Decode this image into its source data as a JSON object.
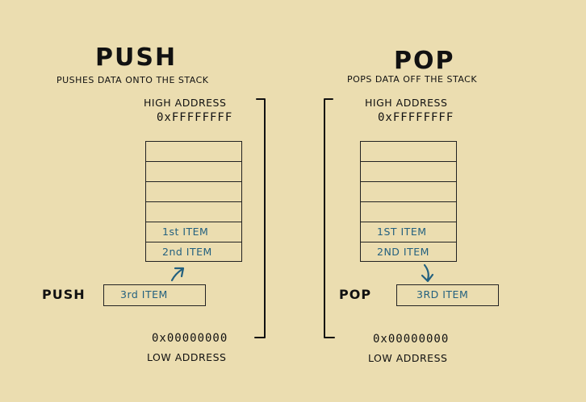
{
  "push": {
    "title": "PUSH",
    "subtitle": "PUSHES DATA ONTO THE STACK",
    "high_label": "HIGH ADDRESS",
    "high_value": "0xFFFFFFFF",
    "low_value": "0x00000000",
    "low_label": "LOW ADDRESS",
    "op_label": "PUSH",
    "slots": [
      "",
      "",
      "",
      "",
      "1st ITEM",
      "2nd ITEM"
    ],
    "floating_item": "3rd ITEM"
  },
  "pop": {
    "title": "POP",
    "subtitle": "POPS DATA OFF THE STACK",
    "high_label": "HIGH ADDRESS",
    "high_value": "0xFFFFFFFF",
    "low_value": "0x00000000",
    "low_label": "LOW ADDRESS",
    "op_label": "POP",
    "slots": [
      "",
      "",
      "",
      "",
      "1ST ITEM",
      "2ND ITEM"
    ],
    "floating_item": "3RD ITEM"
  },
  "colors": {
    "background": "#ebddb0",
    "ink": "#111111",
    "item_text": "#23607f"
  }
}
